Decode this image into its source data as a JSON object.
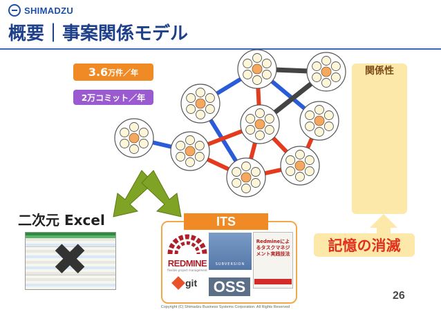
{
  "header": {
    "logo_text": "SHIMADZU",
    "title": "概要｜事案関係モデル"
  },
  "badges": {
    "commits_value": "3.6",
    "commits_unit": "万件／年",
    "commits2": "2万コミット／年"
  },
  "left": {
    "excel_label": "二次元 Excel"
  },
  "its": {
    "label": "ITS",
    "redmine_text": "REDMINE",
    "redmine_sub": "flexible project management",
    "git_text": "git",
    "svn_text": "SUBVERSION",
    "oss_label": "OSS",
    "book_title": "Redmineによるタスクマネジメント実践技法"
  },
  "right": {
    "panel_title": "関係性",
    "memory_label": "記憶の消滅"
  },
  "footer": {
    "page_number": "26",
    "copyright": "Copyright (C) Shimadzu Business Systems Corporation. All Rights Reserved"
  },
  "colors": {
    "accent_blue": "#1e3f8a",
    "orange": "#f08a24",
    "purple": "#9b5bd0",
    "red_link": "#e43a1e",
    "blue_link": "#2a5bd8",
    "dark_link": "#444444",
    "arrow_green": "#7fa324",
    "panel_yellow": "#fce8a8"
  }
}
